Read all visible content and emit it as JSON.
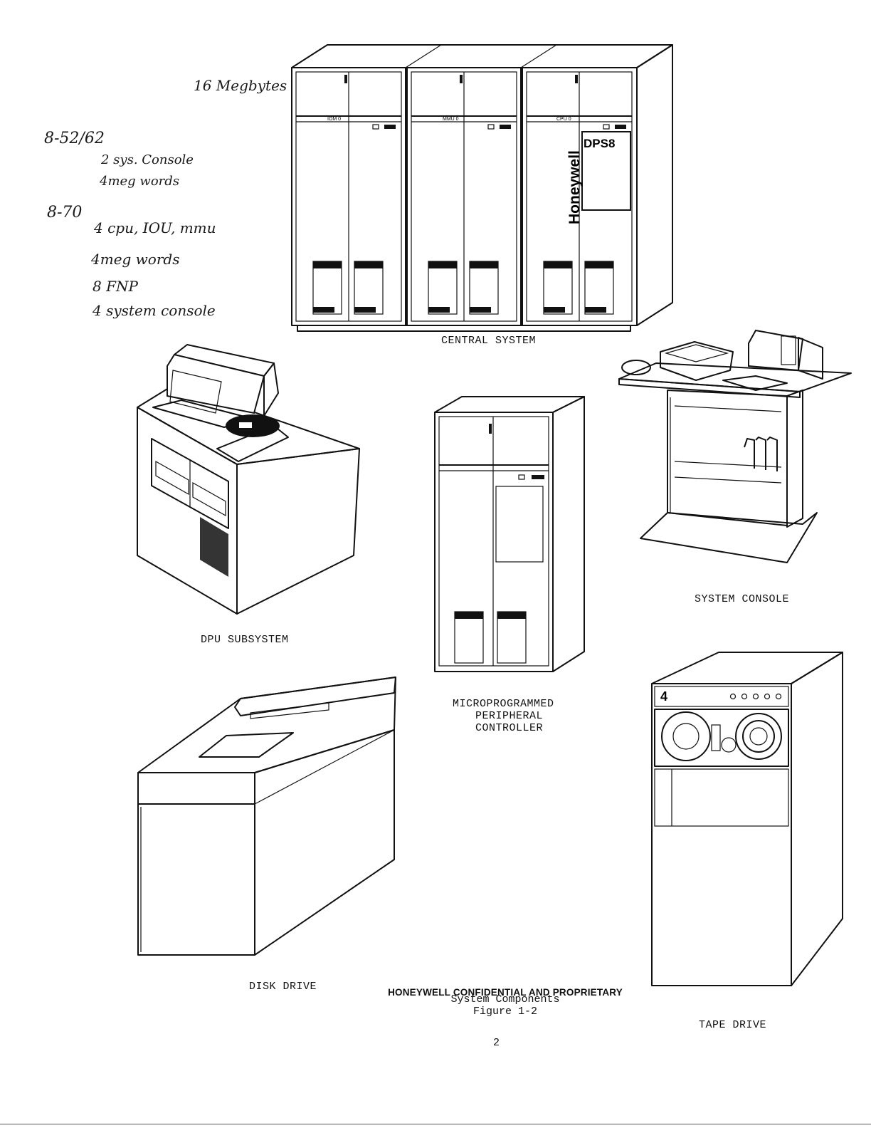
{
  "handwritten_notes": {
    "line1": "16 Megbytes",
    "line2": "8-52/62",
    "line3": "2 sys. Console",
    "line4": "4meg words",
    "line5": "8-70",
    "line6": "4 cpu, IOU, mmu",
    "line7": "4meg words",
    "line8": "8 FNP",
    "line9": "4 system console"
  },
  "cabinet_labels": {
    "iom": "IOM 0",
    "mmu": "MMU 0",
    "cpu": "CPU 0",
    "brand": "Honeywell",
    "dps": "DPS8"
  },
  "captions": {
    "central_system": "CENTRAL SYSTEM",
    "system_console": "SYSTEM CONSOLE",
    "dpu_subsystem": "DPU SUBSYSTEM",
    "mpc_line1": "MICROPROGRAMMED",
    "mpc_line2": "PERIPHERAL",
    "mpc_line3": "CONTROLLER",
    "disk_drive": "DISK DRIVE",
    "tape_drive": "TAPE DRIVE"
  },
  "footer": {
    "confidential": "HONEYWELL CONFIDENTIAL AND PROPRIETARY",
    "figure_title": "System Components",
    "figure_number": "Figure 1-2",
    "page_number": "2"
  }
}
